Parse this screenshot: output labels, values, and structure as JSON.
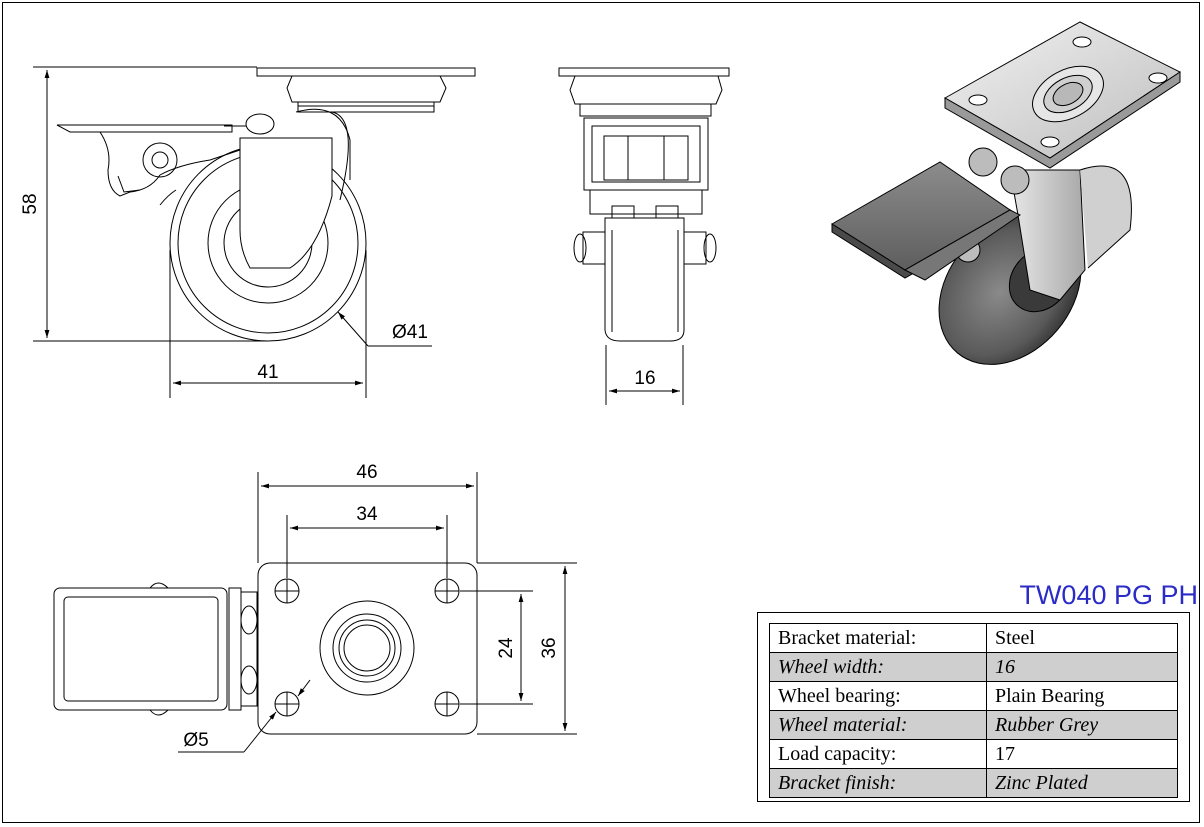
{
  "title": "TW040 PG PH",
  "dimensions": {
    "height": "58",
    "wheel_diameter": "Ø41",
    "side_width": "41",
    "front_width": "16",
    "plate_width": "46",
    "hole_spacing_x": "34",
    "hole_spacing_y": "24",
    "plate_height": "36",
    "hole_diameter": "Ø5"
  },
  "specs": [
    {
      "label": "Bracket material:",
      "value": "Steel"
    },
    {
      "label": "Wheel width:",
      "value": "16"
    },
    {
      "label": "Wheel bearing:",
      "value": "Plain Bearing"
    },
    {
      "label": "Wheel material:",
      "value": "Rubber Grey"
    },
    {
      "label": "Load capacity:",
      "value": "17"
    },
    {
      "label": "Bracket finish:",
      "value": "Zinc Plated"
    }
  ]
}
